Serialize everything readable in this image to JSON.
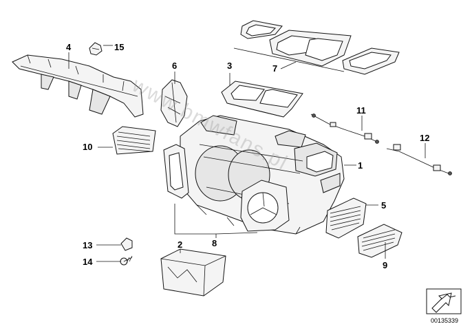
{
  "labels": {
    "p1": "1",
    "p2": "2",
    "p3": "3",
    "p4": "4",
    "p5": "5",
    "p6": "6",
    "p7": "7",
    "p8": "8",
    "p9": "9",
    "p10": "10",
    "p11": "11",
    "p12": "12",
    "p13": "13",
    "p14": "14",
    "p15": "15"
  },
  "watermark": "www.bmwfans.pl",
  "reference_number": "00135339"
}
